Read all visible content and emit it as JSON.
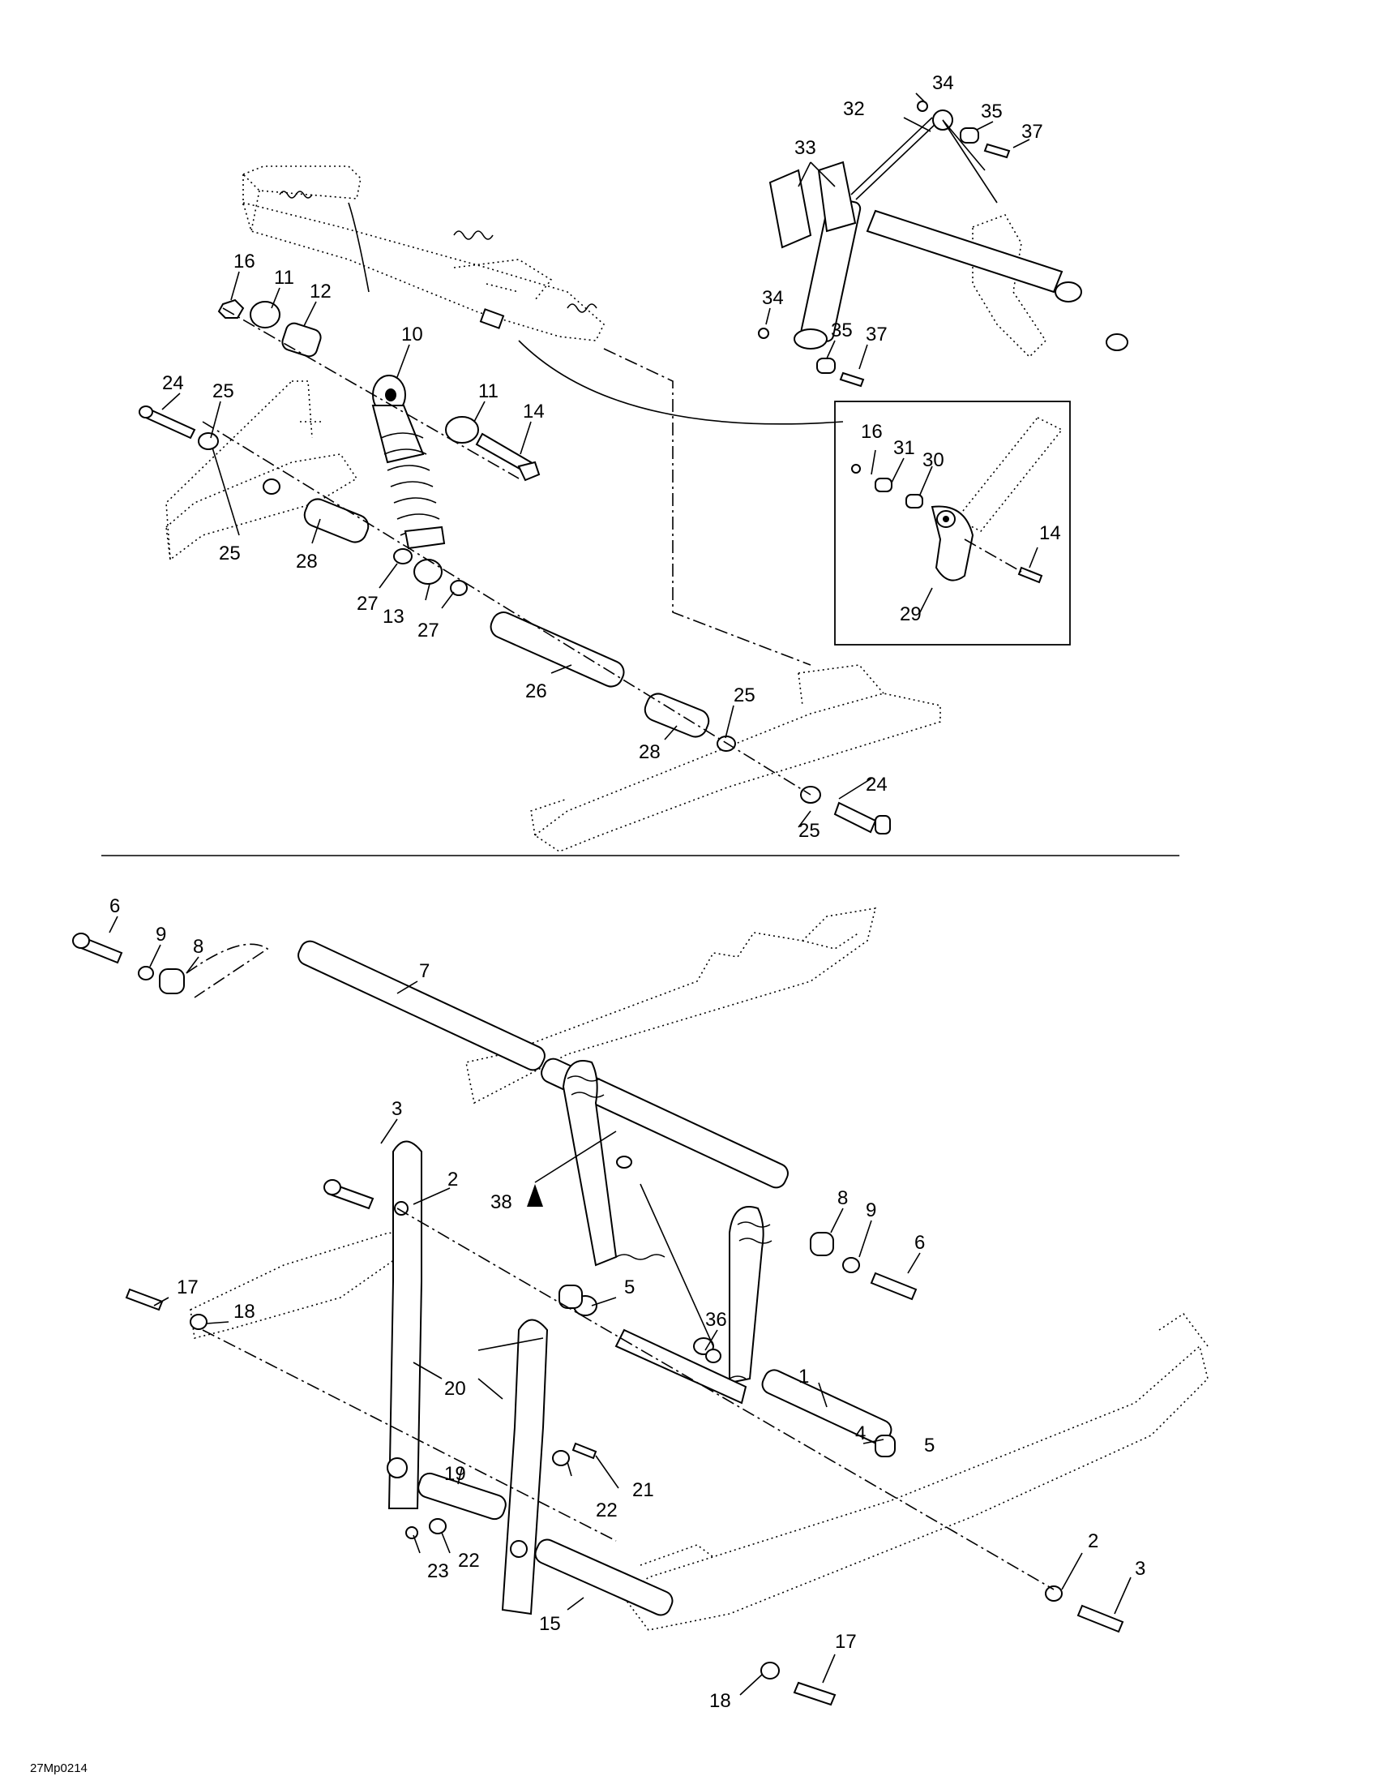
{
  "diagram_code": "27Mp0214",
  "callouts": [
    {
      "id": "c34a",
      "text": "34"
    },
    {
      "id": "c32",
      "text": "32"
    },
    {
      "id": "c35a",
      "text": "35"
    },
    {
      "id": "c37a",
      "text": "37"
    },
    {
      "id": "c33",
      "text": "33"
    },
    {
      "id": "c34b",
      "text": "34"
    },
    {
      "id": "c35b",
      "text": "35"
    },
    {
      "id": "c37b",
      "text": "37"
    },
    {
      "id": "c16a",
      "text": "16"
    },
    {
      "id": "c11a",
      "text": "11"
    },
    {
      "id": "c12",
      "text": "12"
    },
    {
      "id": "c10",
      "text": "10"
    },
    {
      "id": "c24a",
      "text": "24"
    },
    {
      "id": "c25a",
      "text": "25"
    },
    {
      "id": "c11b",
      "text": "11"
    },
    {
      "id": "c14a",
      "text": "14"
    },
    {
      "id": "c25b",
      "text": "25"
    },
    {
      "id": "c28a",
      "text": "28"
    },
    {
      "id": "c27a",
      "text": "27"
    },
    {
      "id": "c13",
      "text": "13"
    },
    {
      "id": "c27b",
      "text": "27"
    },
    {
      "id": "c26",
      "text": "26"
    },
    {
      "id": "c25c",
      "text": "25"
    },
    {
      "id": "c28b",
      "text": "28"
    },
    {
      "id": "c24b",
      "text": "24"
    },
    {
      "id": "c25d",
      "text": "25"
    },
    {
      "id": "c16b",
      "text": "16"
    },
    {
      "id": "c31",
      "text": "31"
    },
    {
      "id": "c30",
      "text": "30"
    },
    {
      "id": "c14b",
      "text": "14"
    },
    {
      "id": "c29",
      "text": "29"
    },
    {
      "id": "c6a",
      "text": "6"
    },
    {
      "id": "c9a",
      "text": "9"
    },
    {
      "id": "c8a",
      "text": "8"
    },
    {
      "id": "c7",
      "text": "7"
    },
    {
      "id": "c3a",
      "text": "3"
    },
    {
      "id": "c2a",
      "text": "2"
    },
    {
      "id": "c38",
      "text": "38"
    },
    {
      "id": "c8b",
      "text": "8"
    },
    {
      "id": "c9b",
      "text": "9"
    },
    {
      "id": "c6b",
      "text": "6"
    },
    {
      "id": "c36",
      "text": "36"
    },
    {
      "id": "c5a",
      "text": "5"
    },
    {
      "id": "c17a",
      "text": "17"
    },
    {
      "id": "c18a",
      "text": "18"
    },
    {
      "id": "c1",
      "text": "1"
    },
    {
      "id": "c20",
      "text": "20"
    },
    {
      "id": "c4",
      "text": "4"
    },
    {
      "id": "c19",
      "text": "19"
    },
    {
      "id": "c5b",
      "text": "5"
    },
    {
      "id": "c21",
      "text": "21"
    },
    {
      "id": "c22a",
      "text": "22"
    },
    {
      "id": "c22b",
      "text": "22"
    },
    {
      "id": "c23",
      "text": "23"
    },
    {
      "id": "c2b",
      "text": "2"
    },
    {
      "id": "c3b",
      "text": "3"
    },
    {
      "id": "c15",
      "text": "15"
    },
    {
      "id": "c17b",
      "text": "17"
    },
    {
      "id": "c18b",
      "text": "18"
    }
  ]
}
